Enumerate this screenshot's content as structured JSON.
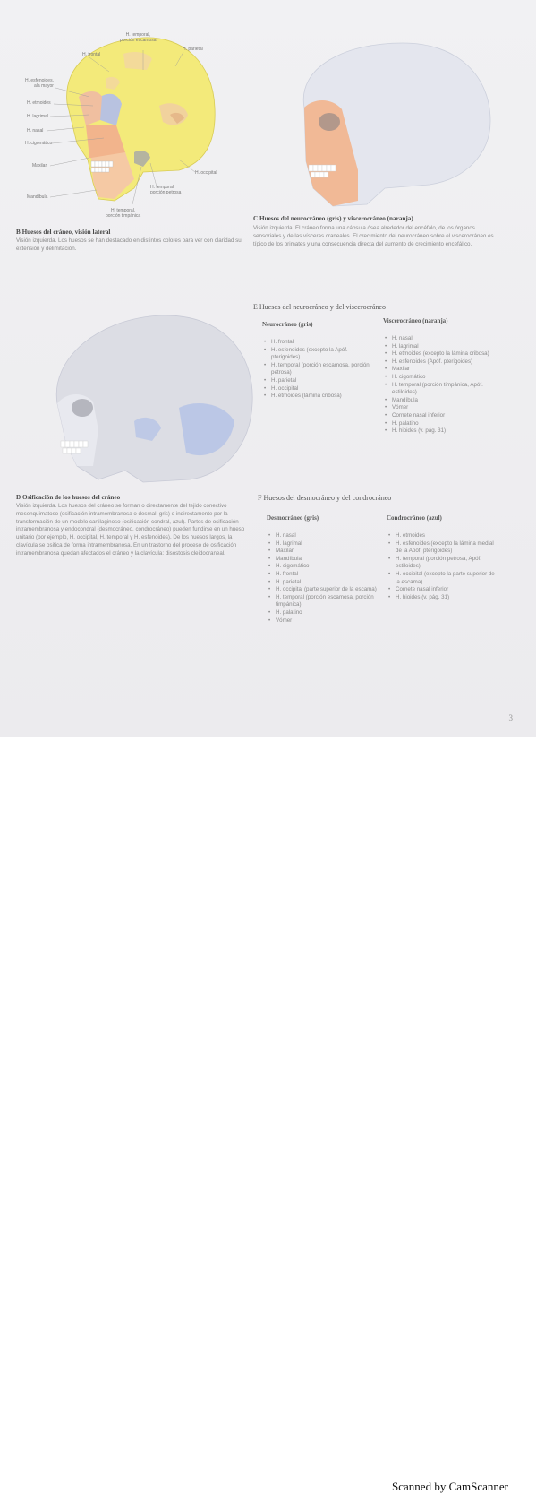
{
  "figure_b": {
    "labels": {
      "temporal_escamosa": "H. temporal,\nporción escamosa",
      "frontal": "H. frontal",
      "parietal": "H. parietal",
      "esfenoides": "H. esfenoides,\nala mayor",
      "etmoides": "H. etmoides",
      "lagrimal": "H. lagrimal",
      "nasal": "H. nasal",
      "cigomatico": "H. cigomático",
      "maxilar": "Maxilar",
      "mandibula": "Mandíbula",
      "occipital": "H. occipital",
      "temporal_petrosa": "H. temporal,\nporción petrosa",
      "temporal_timpanica": "H. temporal,\nporción timpánica"
    },
    "title": "B  Huesos del cráneo, visión lateral",
    "text": "Visión izquierda. Los huesos se han destacado en distintos colores para ver con claridad su extensión y delimitación."
  },
  "figure_c": {
    "title": "C  Huesos del neurocráneo (gris) y viscerocráneo (naranja)",
    "text": "Visión izquierda. El cráneo forma una cápsula ósea alrededor del encéfalo, de los órganos sensoriales y de las vísceras craneales. El crecimiento del neurocráneo sobre el viscerocráneo es típico de los primates y una consecuencia directa del aumento de crecimiento encefálico."
  },
  "section_e": {
    "title": "E  Huesos del neurocráneo y del viscerocráneo",
    "col1": {
      "heading": "Neurocráneo (gris)",
      "items": [
        "H. frontal",
        "H. esfenoides (excepto la Apóf. pterigoides)",
        "H. temporal (porción escamosa, porción petrosa)",
        "H. parietal",
        "H. occipital",
        "H. etmoides (lámina cribosa)"
      ]
    },
    "col2": {
      "heading": "Viscerocráneo (naranja)",
      "items": [
        "H. nasal",
        "H. lagrimal",
        "H. etmoides (excepto la lámina cribosa)",
        "H. esfenoides (Apóf. pterigoides)",
        "Maxilar",
        "H. cigomático",
        "H. temporal (porción timpánica, Apóf. estiloides)",
        "Mandíbula",
        "Vómer",
        "Cornete nasal inferior",
        "H. palatino",
        "H. hioides (v. pág. 31)"
      ]
    }
  },
  "figure_d": {
    "title": "D  Osificación de los huesos del cráneo",
    "text": "Visión izquierda. Los huesos del cráneo se forman o directamente del tejido conectivo mesenquimatoso (osificación intramembranosa o desmal, gris) o indirectamente por la transformación de un modelo cartilaginoso (osificación condral, azul). Partes de osificación intramembranosa y endocondral (desmocráneo, condrocráneo) pueden fundirse en un hueso unitario (por ejemplo, H. occipital, H. temporal y H. esfenoides). De los huesos largos, la clavícula se osifica de forma intramembranosa. En un trastorno del proceso de osificación intramembranosa quedan afectados el cráneo y la clavícula: disostosis cleidocraneal."
  },
  "section_f": {
    "title": "F  Huesos del desmocráneo y del condrocráneo",
    "col1": {
      "heading": "Desmocráneo (gris)",
      "items": [
        "H. nasal",
        "H. lagrimal",
        "Maxilar",
        "Mandíbula",
        "H. cigomático",
        "H. frontal",
        "H. parietal",
        "H. occipital (parte superior de la escama)",
        "H. temporal (porción escamosa, porción timpánica)",
        "H. palatino",
        "Vómer"
      ]
    },
    "col2": {
      "heading": "Condrocráneo (azul)",
      "items": [
        "H. etmoides",
        "H. esfenoides (excepto la lámina medial de la Apóf. pterigoides)",
        "H. temporal (porción petrosa, Apóf. estiloides)",
        "H. occipital (excepto la parte superior de la escama)",
        "Cornete nasal inferior",
        "H. hioides (v. pág. 31)"
      ]
    }
  },
  "page_number": "3",
  "scanner_footer": "Scanned by CamScanner",
  "colors": {
    "neurocranium_yellow": "#f3ea7a",
    "orange_viscero": "#f2b48c",
    "bone_gray": "#dcdde4",
    "chondro_blue": "#b7c4e6"
  }
}
